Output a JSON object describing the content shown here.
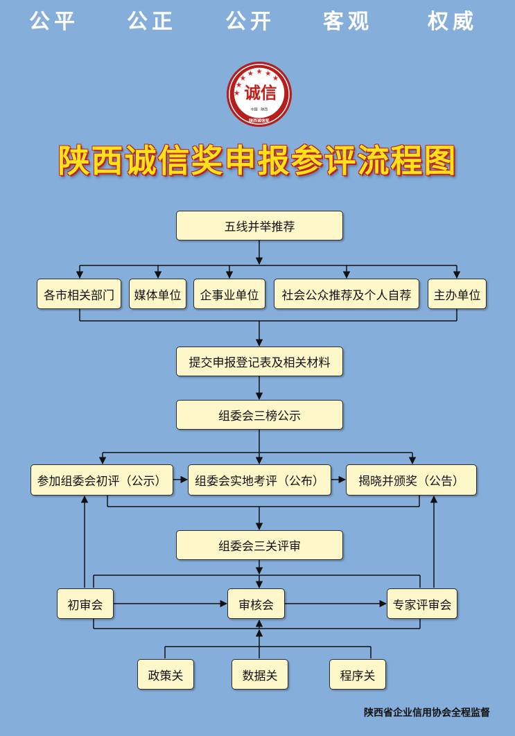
{
  "slogans": [
    "公平",
    "公正",
    "公开",
    "客观",
    "权威"
  ],
  "seal": {
    "text": "诚信",
    "bottom_text": "陕西诚信奖",
    "small_text": "中国 · 陕西",
    "colors": {
      "ring": "#b61e1e",
      "face": "#ffffff",
      "star": "#d6282a"
    }
  },
  "title": "陕西诚信奖申报参评流程图",
  "nodes": {
    "recommend": "五线并举推荐",
    "city_depts": "各市相关部门",
    "media": "媒体单位",
    "enterprises": "企事业单位",
    "public": "社会公众推荐及个人自荐",
    "organizer": "主办单位",
    "submit": "提交申报登记表及相关材料",
    "three_lists": "组委会三榜公示",
    "initial_review": "参加组委会初评（公示）",
    "site_review": "组委会实地考评（公布）",
    "award": "揭晓并颁奖（公告）",
    "three_checks": "组委会三关评审",
    "prelim_meeting": "初审会",
    "audit_meeting": "审核会",
    "expert_meeting": "专家评审会",
    "policy": "政策关",
    "data": "数据关",
    "procedure": "程序关"
  },
  "footer": "陕西省企业信用协会全程监督",
  "colors": {
    "background": "#86aedb",
    "box": "#fdf7c9",
    "title": "#ffe21a",
    "title_outline": "#c0201a"
  }
}
